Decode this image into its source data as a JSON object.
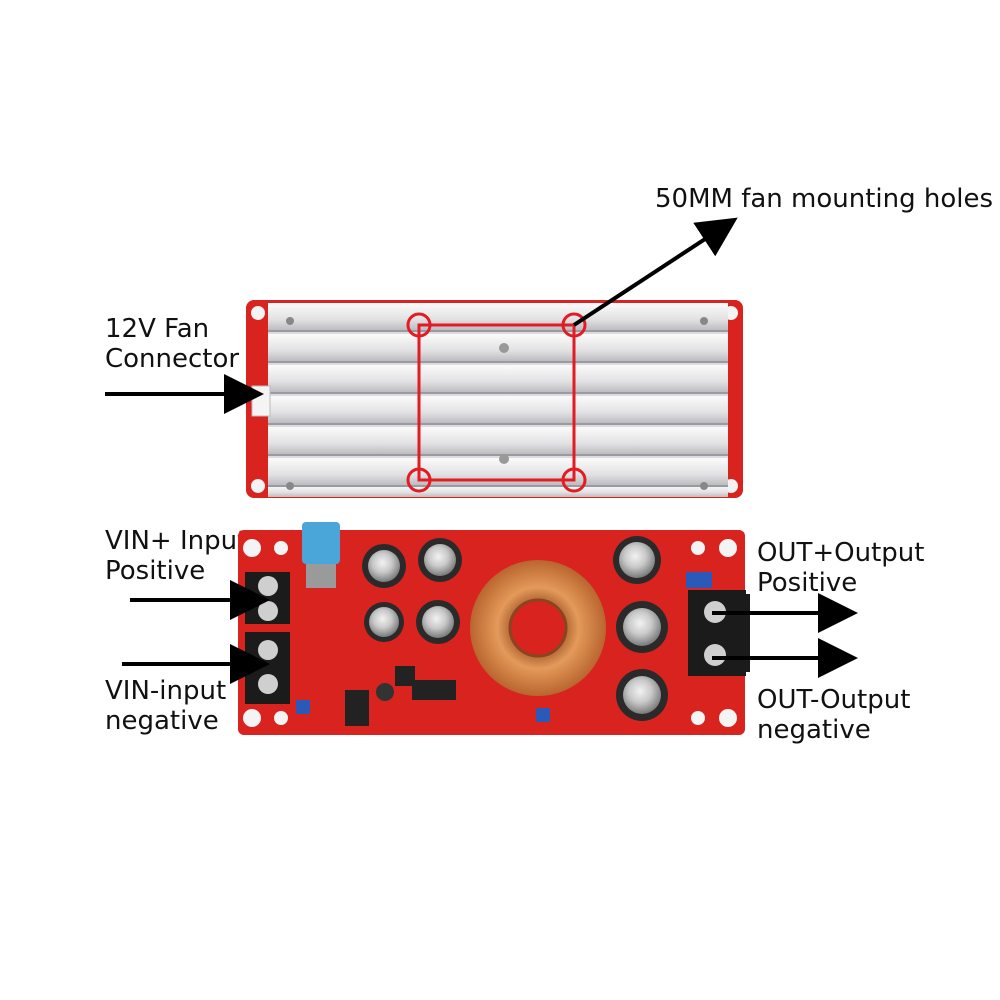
{
  "labels": {
    "fan_holes": "50MM fan mounting holes",
    "fan_connector_line1": "12V Fan",
    "fan_connector_line2": "Connector",
    "vin_pos_line1": "VIN+ Input",
    "vin_pos_line2": "Positive",
    "vin_neg_line1": "VIN-input",
    "vin_neg_line2": "negative",
    "out_pos_line1": "OUT+Output",
    "out_pos_line2": "Positive",
    "out_neg_line1": "OUT-Output",
    "out_neg_line2": "negative"
  },
  "colors": {
    "heatsink": "#e6e6e8",
    "pcb": "#d8231f",
    "highlight_box": "#e31b23",
    "copper": "#c8743c",
    "capacitor": "#2a2a2a",
    "terminal": "#1b1b1b",
    "arrow": "#000000"
  }
}
